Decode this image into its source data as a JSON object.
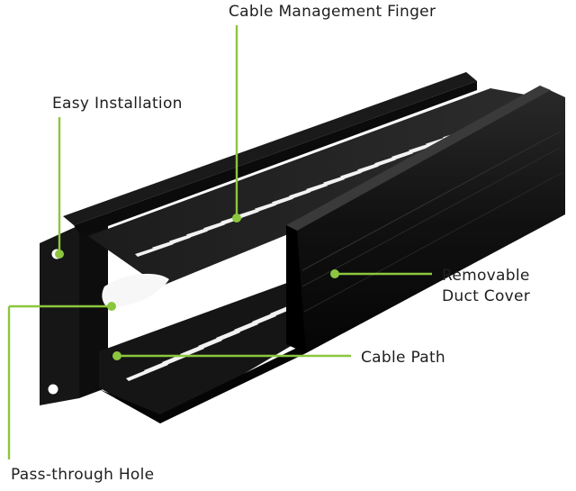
{
  "callouts": {
    "cable_management_finger": "Cable Management Finger",
    "easy_installation": "Easy Installation",
    "removable_duct_cover_line1": "Removable",
    "removable_duct_cover_line2": "Duct Cover",
    "cable_path": "Cable Path",
    "pass_through_hole": "Pass-through Hole"
  },
  "colors": {
    "accent_green": "#8cc63f",
    "product_black": "#141414",
    "background": "#ffffff"
  }
}
